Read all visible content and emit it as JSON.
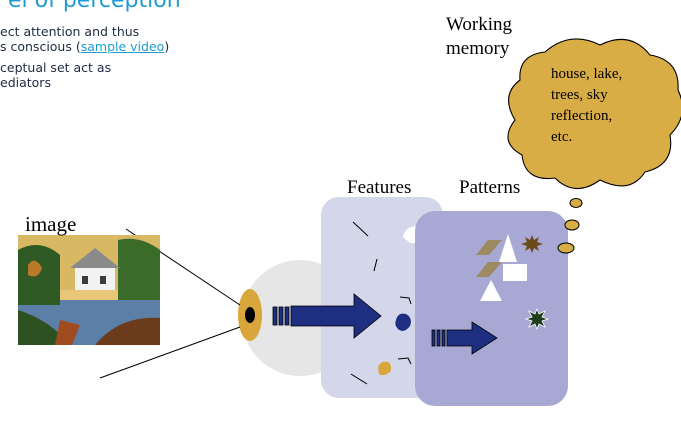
{
  "slide": {
    "title": "el of perception",
    "bullets": [
      {
        "text": "ect attention and thus"
      },
      {
        "text": "s conscious (",
        "link": "sample video",
        "suffix": ")"
      },
      {
        "text": "ceptual set act as"
      },
      {
        "text": "ediators"
      }
    ]
  },
  "diagram": {
    "image_label": "image",
    "features_label": "Features",
    "patterns_label": "Patterns",
    "working_memory_label": [
      "Working",
      "memory"
    ],
    "memory_contents": [
      "house, lake,",
      "trees, sky",
      "reflection,",
      "etc."
    ],
    "colors": {
      "eye_gray": "#e6e6e6",
      "eye_gold": "#d9a63c",
      "features_panel": "#d4d7ea",
      "patterns_panel": "#a7a9d4",
      "arrow_blue": "#1e2e80",
      "cloud_gold": "#d9ad46",
      "star_dark": "#1f3d1f",
      "star_brown": "#6b4a1a",
      "shape_brown": "#9c8a62",
      "title_blue": "#1f9bd4"
    }
  }
}
